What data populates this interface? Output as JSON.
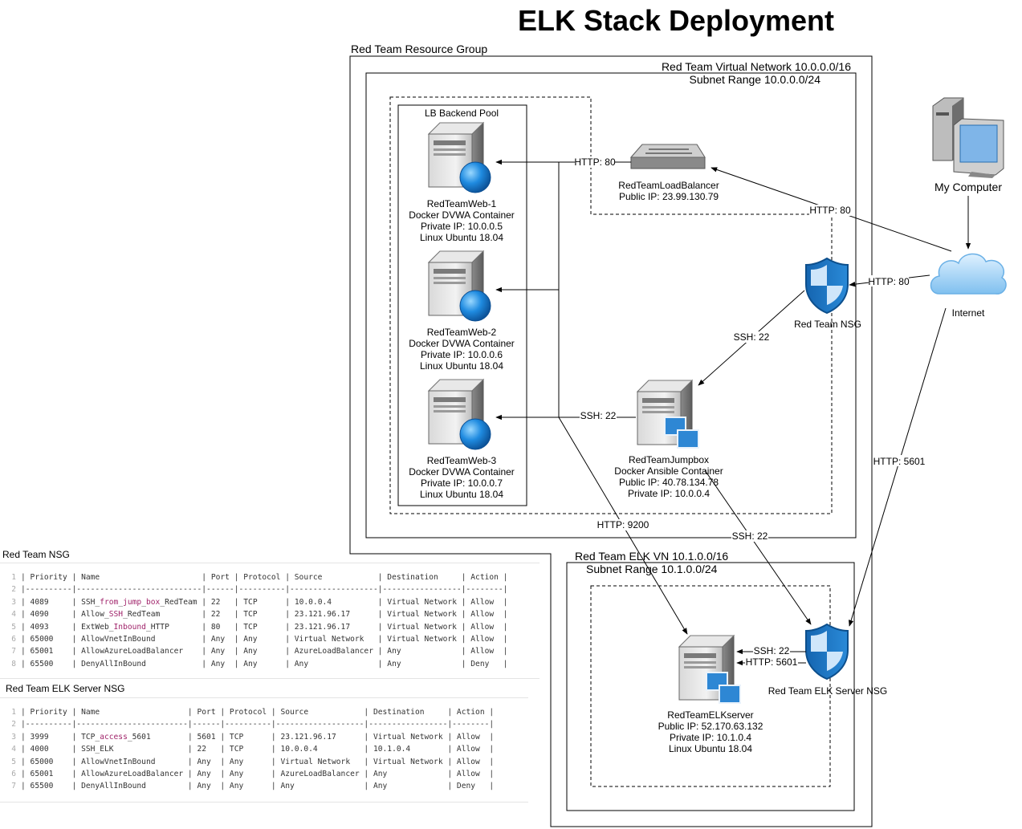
{
  "title": "ELK Stack Deployment",
  "regions": {
    "resource_group": "Red Team Resource Group",
    "vnet": "Red Team Virtual Network 10.0.0.0/16",
    "subnet": "Subnet Range 10.0.0.0/24",
    "lb_pool": "LB Backend Pool",
    "elk_vn": "Red Team ELK VN 10.1.0.0/16",
    "elk_subnet": "Subnet Range 10.1.0.0/24"
  },
  "nodes": {
    "web1": [
      "RedTeamWeb-1",
      "Docker DVWA Container",
      "Private IP: 10.0.0.5",
      "Linux Ubuntu 18.04"
    ],
    "web2": [
      "RedTeamWeb-2",
      "Docker DVWA Container",
      "Private IP: 10.0.0.6",
      "Linux Ubuntu 18.04"
    ],
    "web3": [
      "RedTeamWeb-3",
      "Docker DVWA Container",
      "Private IP: 10.0.0.7",
      "Linux Ubuntu 18.04"
    ],
    "lb": [
      "RedTeamLoadBalancer",
      "Public IP: 23.99.130.79"
    ],
    "jumpbox": [
      "RedTeamJumpbox",
      "Docker Ansible Container",
      "Public IP: 40.78.134.78",
      "Private IP: 10.0.0.4"
    ],
    "elk": [
      "RedTeamELKserver",
      "Public IP: 52.170.63.132",
      "Private IP: 10.1.0.4",
      "Linux Ubuntu 18.04"
    ],
    "nsg": "Red Team NSG",
    "elk_nsg": "Red Team ELK Server NSG",
    "computer": "My Computer",
    "internet": "Internet"
  },
  "edge_labels": {
    "lb_to_pool": "HTTP: 80",
    "internet_to_lb": "HTTP: 80",
    "internet_to_nsg": "HTTP: 80",
    "nsg_to_jumpbox": "SSH: 22",
    "jumpbox_to_pool": "SSH: 22",
    "pool_to_elk": "HTTP: 9200",
    "jumpbox_to_elk_nsg": "SSH: 22",
    "internet_to_elk_nsg": "HTTP: 5601",
    "elk_nsg_ssh": "SSH: 22",
    "elk_nsg_http": "HTTP: 5601"
  },
  "nsg_table": {
    "title": "Red Team NSG",
    "header": [
      "Priority",
      "Name",
      "Port",
      "Protocol",
      "Source",
      "Destination",
      "Action"
    ],
    "rows": [
      [
        "4089",
        "SSH_from_jump_box_RedTeam",
        "22",
        "TCP",
        "10.0.0.4",
        "Virtual Network",
        "Allow"
      ],
      [
        "4090",
        "Allow_SSH_RedTeam",
        "22",
        "TCP",
        "23.121.96.17",
        "Virtual Network",
        "Allow"
      ],
      [
        "4093",
        "ExtWeb_Inbound_HTTP",
        "80",
        "TCP",
        "23.121.96.17",
        "Virtual Network",
        "Allow"
      ],
      [
        "65000",
        "AllowVnetInBound",
        "Any",
        "Any",
        "Virtual Network",
        "Virtual Network",
        "Allow"
      ],
      [
        "65001",
        "AllowAzureLoadBalancer",
        "Any",
        "Any",
        "AzureLoadBalancer",
        "Any",
        "Allow"
      ],
      [
        "65500",
        "DenyAllInBound",
        "Any",
        "Any",
        "Any",
        "Any",
        "Deny"
      ]
    ]
  },
  "elk_nsg_table": {
    "title": "Red Team ELK Server NSG",
    "header": [
      "Priority",
      "Name",
      "Port",
      "Protocol",
      "Source",
      "Destination",
      "Action"
    ],
    "rows": [
      [
        "3999",
        "TCP_access_5601",
        "5601",
        "TCP",
        "23.121.96.17",
        "Virtual Network",
        "Allow"
      ],
      [
        "4000",
        "SSH_ELK",
        "22",
        "TCP",
        "10.0.0.4",
        "10.1.0.4",
        "Allow"
      ],
      [
        "65000",
        "AllowVnetInBound",
        "Any",
        "Any",
        "Virtual Network",
        "Virtual Network",
        "Allow"
      ],
      [
        "65001",
        "AllowAzureLoadBalancer",
        "Any",
        "Any",
        "AzureLoadBalancer",
        "Any",
        "Allow"
      ],
      [
        "65500",
        "DenyAllInBound",
        "Any",
        "Any",
        "Any",
        "Any",
        "Deny"
      ]
    ]
  },
  "colors": {
    "line": "#000000",
    "shield": "#1c6fb5",
    "globe": "#1f7fd0",
    "cloud": "#9fd0f5"
  }
}
